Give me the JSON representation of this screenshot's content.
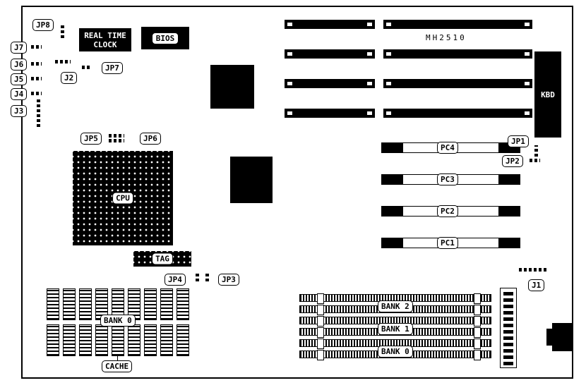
{
  "board": {
    "model": "MH2510",
    "colors": {
      "ink": "#000000",
      "paper": "#ffffff"
    },
    "labels": {
      "jp8": "JP8",
      "j7": "J7",
      "j6": "J6",
      "j5": "J5",
      "j4": "J4",
      "j3": "J3",
      "j2": "J2",
      "jp7": "JP7",
      "rtc_line1": "REAL TIME",
      "rtc_line2": "CLOCK",
      "bios": "BIOS",
      "kbd": "KBD",
      "jp1": "JP1",
      "jp2": "JP2",
      "pc4": "PC4",
      "pc3": "PC3",
      "pc2": "PC2",
      "pc1": "PC1",
      "jp5": "JP5",
      "jp6": "JP6",
      "cpu": "CPU",
      "tag": "TAG",
      "jp4": "JP4",
      "jp3": "JP3",
      "cache_bank0": "BANK 0",
      "cache": "CACHE",
      "bank2": "BANK 2",
      "bank1": "BANK 1",
      "simm_bank0": "BANK 0",
      "j1": "J1"
    }
  }
}
